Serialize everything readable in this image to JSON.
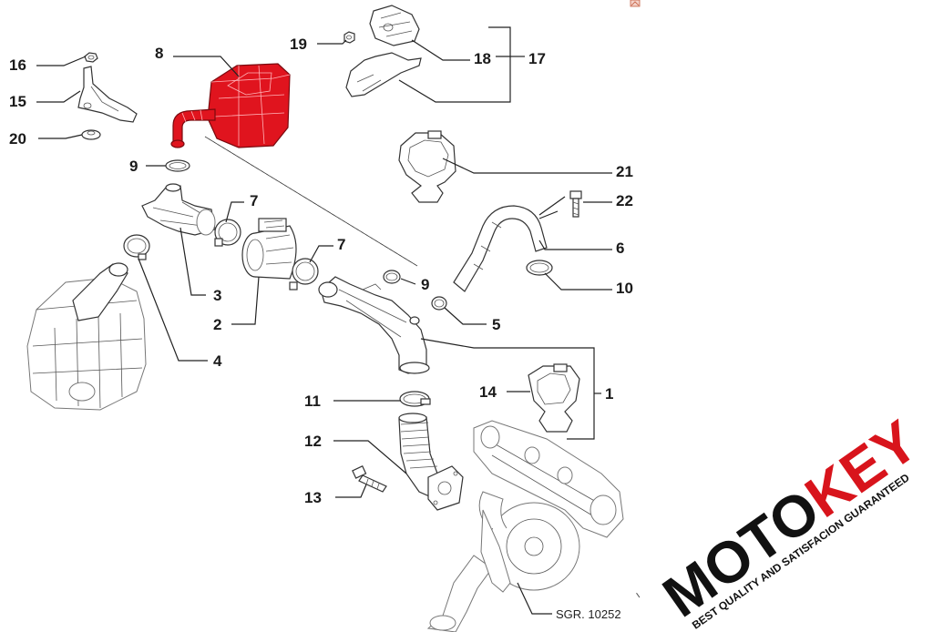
{
  "diagram": {
    "drawing_ref": "SGR. 10252",
    "callouts": {
      "c1": "1",
      "c2": "2",
      "c3": "3",
      "c4": "4",
      "c5": "5",
      "c6": "6",
      "c7a": "7",
      "c7b": "7",
      "c8": "8",
      "c9a": "9",
      "c9b": "9",
      "c10": "10",
      "c11": "11",
      "c12": "12",
      "c13": "13",
      "c14": "14",
      "c15": "15",
      "c16": "16",
      "c17": "17",
      "c18": "18",
      "c19": "19",
      "c20": "20",
      "c21": "21",
      "c22": "22"
    },
    "highlight_color": "#e0141e"
  },
  "watermark": {
    "brand_black": "MOTO",
    "brand_red": "KEY",
    "tagline": "BEST QUALITY AND SATISFACION GUARANTEED",
    "brand_color": "#d8141c"
  }
}
